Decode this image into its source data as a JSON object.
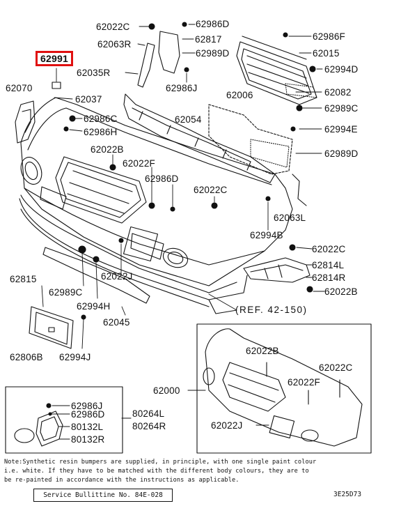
{
  "highlighted_part": "62991",
  "labels": {
    "l62022C_a": "62022C",
    "l62986D_a": "62986D",
    "l62063R": "62063R",
    "l62817": "62817",
    "l62989D_a": "62989D",
    "l62986F": "62986F",
    "l62015": "62015",
    "l62994D": "62994D",
    "l62035R": "62035R",
    "l62986J_a": "62986J",
    "l62070": "62070",
    "l62037": "62037",
    "l62006": "62006",
    "l62082": "62082",
    "l62986C": "62986C",
    "l62989C_a": "62989C",
    "l62986H": "62986H",
    "l62054": "62054",
    "l62994E": "62994E",
    "l62022B_a": "62022B",
    "l62989D_b": "62989D",
    "l62022F_a": "62022F",
    "l62986D_b": "62986D",
    "l62022C_b": "62022C",
    "l62063L": "62063L",
    "l62994B": "62994B",
    "l62022C_c": "62022C",
    "l62814L": "62814L",
    "l62814R": "62814R",
    "l62815": "62815",
    "l62022J_a": "62022J",
    "l62989C_b": "62989C",
    "l62022B_b": "62022B",
    "l62994H": "62994H",
    "l62045": "62045",
    "l62806B": "62806B",
    "l62994J": "62994J",
    "l62022B_c": "62022B",
    "l62022C_d": "62022C",
    "l62000": "62000",
    "l62022F_b": "62022F",
    "l62022J_b": "62022J",
    "l62986J_b": "62986J",
    "l62986D_c": "62986D",
    "l80132L": "80132L",
    "l80132R": "80132R",
    "l80264L": "80264L",
    "l80264R": "80264R"
  },
  "reference": "(REF. 42-150)",
  "note_lines": [
    "Note:Synthetic resin bumpers are supplied, in principle, with one single paint colour",
    "     i.e. white. If they have to be matched with the different body colours, they are to",
    "     be re-painted in accordance with the instructions as applicable."
  ],
  "service_bulletin": "Service Bullittine No. 84E-028",
  "diagram_code": "3E25D73",
  "highlight_color": "#e01010"
}
